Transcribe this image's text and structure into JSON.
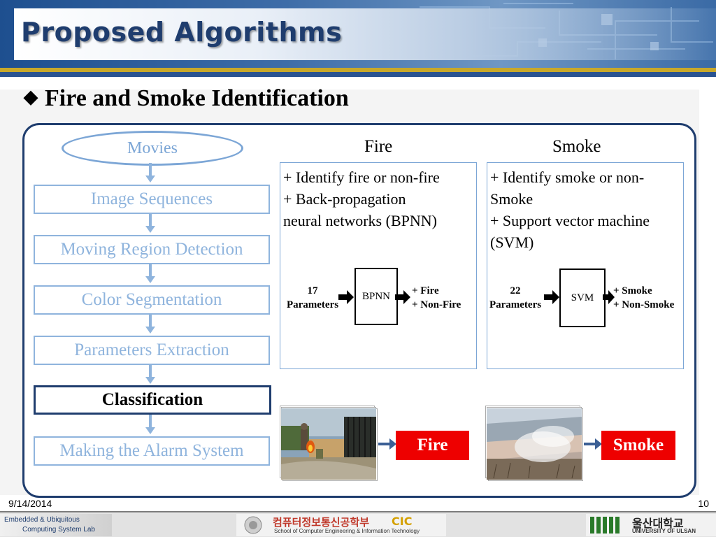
{
  "header": {
    "title": "Proposed Algorithms"
  },
  "section": {
    "bullet_icon": "diamond-bullet-icon",
    "title": "Fire and Smoke Identification"
  },
  "flow": {
    "start": "Movies",
    "steps": [
      "Image Sequences",
      "Moving Region Detection",
      "Color Segmentation",
      "Parameters Extraction",
      "Classification",
      "Making the Alarm System"
    ],
    "active_step": "Classification"
  },
  "fire": {
    "heading": "Fire",
    "lines": [
      "+ Identify fire or non-fire",
      "+ Back-propagation",
      "neural networks (BPNN)"
    ],
    "input_count": "17",
    "input_label": "Parameters",
    "model": "BPNN",
    "outputs": [
      "+ Fire",
      "+ Non-Fire"
    ],
    "result": "Fire"
  },
  "smoke": {
    "heading": "Smoke",
    "lines": [
      "+ Identify smoke or non-",
      "Smoke",
      "+ Support vector machine",
      "(SVM)"
    ],
    "input_count": "22",
    "input_label": "Parameters",
    "model": "SVM",
    "outputs": [
      "+ Smoke",
      "+ Non-Smoke"
    ],
    "result": "Smoke"
  },
  "footer": {
    "date": "9/14/2014",
    "page": "10",
    "lab_line1": "Embedded & Ubiquitous",
    "lab_line2": "Computing System Lab",
    "school_korean": "컴퓨터정보통신공학부",
    "school_abbr": "CIC",
    "school_english": "School of Computer Engineering & Information Technology",
    "univ_korean": "울산대학교",
    "univ_english": "UNIVERSITY OF ULSAN"
  },
  "colors": {
    "title": "#1f3d6e",
    "flow_light": "#8fb4dd",
    "alarm_red": "#ee0000",
    "accent_gold": "#c8a82a"
  }
}
